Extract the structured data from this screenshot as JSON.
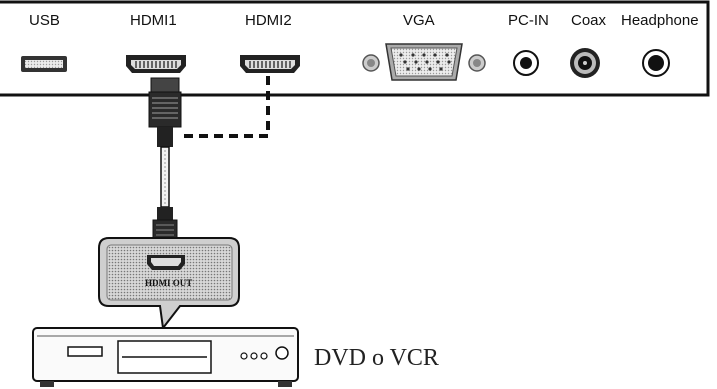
{
  "panel": {
    "ports": {
      "usb": "USB",
      "hdmi1": "HDMI1",
      "hdmi2": "HDMI2",
      "vga": "VGA",
      "pcin": "PC-IN",
      "coax": "Coax",
      "headphone": "Headphone"
    }
  },
  "device": {
    "callout_label": "HDMI OUT",
    "caption": "DVD o VCR"
  }
}
